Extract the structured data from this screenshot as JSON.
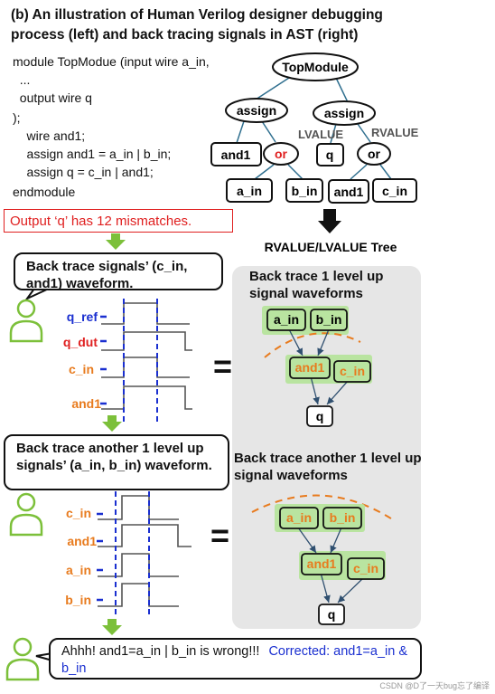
{
  "title": "(b) An illustration of Human Verilog designer debugging process (left) and  back tracing signals in AST (right)",
  "code_lines": [
    "module TopModue (input wire a_in,",
    "  ...",
    "  output wire q",
    ");",
    "    wire and1;",
    "    assign and1 = a_in | b_in;",
    "    assign q = c_in | and1;",
    "endmodule"
  ],
  "ast": {
    "root": "TopModule",
    "assign1": "assign",
    "assign2": "assign",
    "and1": "and1",
    "or1": "or",
    "q": "q",
    "or2": "or",
    "a_in": "a_in",
    "b_in": "b_in",
    "and1_leaf": "and1",
    "c_in": "c_in",
    "lvalue": "LVALUE",
    "rvalue": "RVALUE",
    "caption": "RVALUE/LVALUE Tree"
  },
  "alert": "Output ‘q’ has 12 mismatches.",
  "bubble1": "Back trace signals’ (c_in, and1) waveform.",
  "bubble2": "Back trace another 1 level up signals’ (a_in, b_in) waveform.",
  "bubble3_main": "Ahhh! and1=a_in | b_in is wrong!!!",
  "bubble3_corrected": "Corrected: and1=a_in & b_in",
  "wave1_labels": [
    "q_ref",
    "q_dut",
    "c_in",
    "and1"
  ],
  "wave2_labels": [
    "c_in",
    "and1",
    "a_in",
    "b_in"
  ],
  "equals": "=",
  "panel": {
    "head1": "Back trace 1 level up signal waveforms",
    "head2": "Back trace another 1 level up signal waveforms",
    "tree1": {
      "a_in": "a_in",
      "b_in": "b_in",
      "and1": "and1",
      "c_in": "c_in",
      "q": "q"
    },
    "tree2": {
      "a_in": "a_in",
      "b_in": "b_in",
      "and1": "and1",
      "c_in": "c_in",
      "q": "q"
    }
  },
  "watermark": "CSDN @D了一天bug忘了编译",
  "colors": {
    "blue": "#1a2fd0",
    "red": "#e02020",
    "orange": "#e87b1e",
    "green": "#7cc03a",
    "node_green": "#b9e4a0",
    "panel": "#e6e6e6"
  }
}
